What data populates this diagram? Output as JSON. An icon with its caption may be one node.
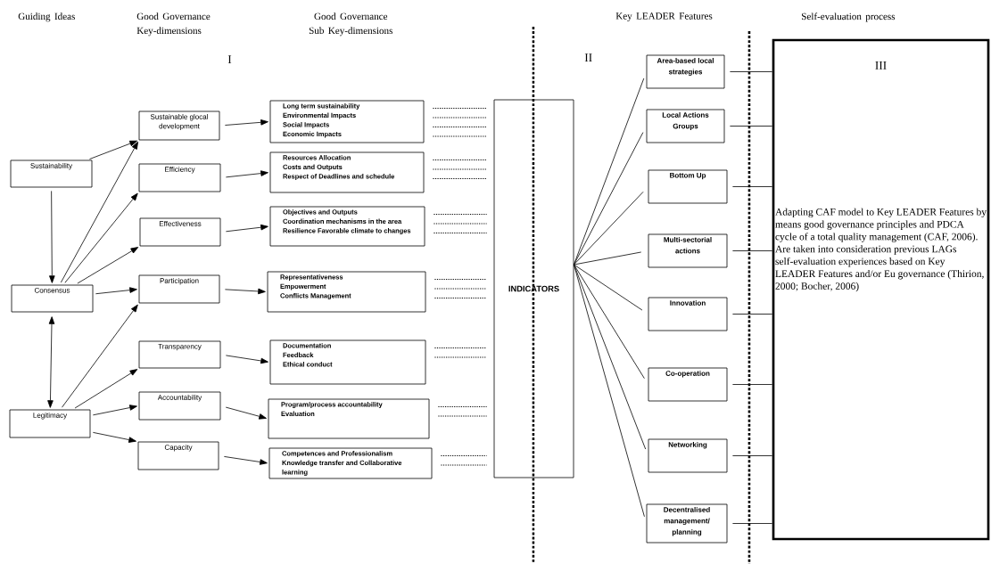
{
  "diagram": {
    "nodes": [
      {
        "text": [
          "Sustainability"
        ]
      },
      {
        "text": [
          "Consensus"
        ]
      },
      {
        "text": [
          "Legitimacy"
        ]
      },
      {
        "text": [
          "Sustainable glocal development"
        ]
      },
      {
        "text": [
          "Efficiency"
        ]
      },
      {
        "text": [
          "Effectiveness"
        ]
      },
      {
        "text": [
          "Participation"
        ]
      },
      {
        "text": [
          "Transparency"
        ]
      },
      {
        "text": [
          "Accountability"
        ]
      },
      {
        "text": [
          "Capacity"
        ]
      },
      {
        "text": [
          "Long term sustainability",
          "Environmental Impacts",
          "Social Impacts",
          "Economic Impacts"
        ]
      },
      {
        "text": [
          "Resources Allocation",
          "Costs and Outputs",
          "Respect of Deadlines and schedule"
        ]
      },
      {
        "text": [
          "Objectives and Outputs",
          "Coordination mechanisms in the area",
          "Resilience Favorable climate to changes"
        ]
      },
      {
        "text": [
          "Representativeness",
          "Empowerment",
          "Conflicts Management"
        ]
      },
      {
        "text": [
          "Documentation",
          "Feedback",
          "Ethical conduct"
        ]
      },
      {
        "text": [
          "Program/process accountability",
          "Evaluation"
        ]
      },
      {
        "text": [
          "Competences and Professionalism",
          "Knowledge transfer and Collaborative learning"
        ]
      },
      {
        "text": [
          "INDICATORS"
        ]
      },
      {
        "text": [
          "Area-based local strategies"
        ]
      },
      {
        "text": [
          "Local Actions Groups"
        ]
      },
      {
        "text": [
          "Bottom Up"
        ]
      },
      {
        "text": [
          "Multi-sectorial actions"
        ]
      },
      {
        "text": [
          "Innovation"
        ]
      },
      {
        "text": [
          "Co-operation"
        ]
      },
      {
        "text": [
          "Networking"
        ]
      },
      {
        "text": [
          "Decentralised management/ planning"
        ]
      },
      {
        "text": [
          "III",
          "Adapting CAF model to Key LEADER Features by means good governance principles and PDCA cycle of a total quality management (CAF, 2006).",
          "Are taken into consideration previous LAGs self-evaluation experiences based on Key LEADER Features and/or Eu governance (Thirion, 2000; Bocher, 2006)"
        ]
      }
    ],
    "edges": [
      {
        "from": 0,
        "to": 1,
        "arrow": "to"
      },
      {
        "from": 1,
        "to": 2,
        "arrow": "both"
      },
      {
        "from": 0,
        "to": 3,
        "arrow": "to"
      },
      {
        "from": 1,
        "to": 3,
        "arrow": "to"
      },
      {
        "from": 1,
        "to": 4,
        "arrow": "to"
      },
      {
        "from": 1,
        "to": 5,
        "arrow": "to"
      },
      {
        "from": 1,
        "to": 6,
        "arrow": "to"
      },
      {
        "from": 2,
        "to": 6,
        "arrow": "to"
      },
      {
        "from": 2,
        "to": 7,
        "arrow": "to"
      },
      {
        "from": 2,
        "to": 8,
        "arrow": "to"
      },
      {
        "from": 2,
        "to": 9,
        "arrow": "to"
      },
      {
        "from": 3,
        "to": 10,
        "arrow": "to"
      },
      {
        "from": 4,
        "to": 11,
        "arrow": "to"
      },
      {
        "from": 5,
        "to": 12,
        "arrow": "to"
      },
      {
        "from": 6,
        "to": 13,
        "arrow": "to"
      },
      {
        "from": 7,
        "to": 14,
        "arrow": "to"
      },
      {
        "from": 8,
        "to": 15,
        "arrow": "to"
      },
      {
        "from": 9,
        "to": 16,
        "arrow": "to"
      },
      {
        "from": 10,
        "to": 17,
        "arrow": "none",
        "style": "dashed"
      },
      {
        "from": 10,
        "to": 17,
        "arrow": "none",
        "style": "dashed"
      },
      {
        "from": 10,
        "to": 17,
        "arrow": "none",
        "style": "dashed"
      },
      {
        "from": 10,
        "to": 17,
        "arrow": "none",
        "style": "dashed"
      },
      {
        "from": 11,
        "to": 17,
        "arrow": "none",
        "style": "dashed"
      },
      {
        "from": 11,
        "to": 17,
        "arrow": "none",
        "style": "dashed"
      },
      {
        "from": 11,
        "to": 17,
        "arrow": "none",
        "style": "dashed"
      },
      {
        "from": 12,
        "to": 17,
        "arrow": "none",
        "style": "dashed"
      },
      {
        "from": 12,
        "to": 17,
        "arrow": "none",
        "style": "dashed"
      },
      {
        "from": 12,
        "to": 17,
        "arrow": "none",
        "style": "dashed"
      },
      {
        "from": 13,
        "to": 17,
        "arrow": "none",
        "style": "dashed"
      },
      {
        "from": 13,
        "to": 17,
        "arrow": "none",
        "style": "dashed"
      },
      {
        "from": 13,
        "to": 17,
        "arrow": "none",
        "style": "dashed"
      },
      {
        "from": 14,
        "to": 17,
        "arrow": "none",
        "style": "dashed"
      },
      {
        "from": 14,
        "to": 17,
        "arrow": "none",
        "style": "dashed"
      },
      {
        "from": 15,
        "to": 17,
        "arrow": "none",
        "style": "dashed"
      },
      {
        "from": 15,
        "to": 17,
        "arrow": "none",
        "style": "dashed"
      },
      {
        "from": 16,
        "to": 17,
        "arrow": "none",
        "style": "dashed"
      },
      {
        "from": 16,
        "to": 17,
        "arrow": "none",
        "style": "dashed"
      },
      {
        "from": 17,
        "to": 18,
        "arrow": "none"
      },
      {
        "from": 17,
        "to": 19,
        "arrow": "none"
      },
      {
        "from": 17,
        "to": 20,
        "arrow": "none"
      },
      {
        "from": 17,
        "to": 21,
        "arrow": "none"
      },
      {
        "from": 17,
        "to": 22,
        "arrow": "none"
      },
      {
        "from": 17,
        "to": 23,
        "arrow": "none"
      },
      {
        "from": 17,
        "to": 24,
        "arrow": "none"
      },
      {
        "from": 17,
        "to": 25,
        "arrow": "none"
      },
      {
        "from": 18,
        "to": 26,
        "arrow": "none"
      },
      {
        "from": 19,
        "to": 26,
        "arrow": "none"
      },
      {
        "from": 20,
        "to": 26,
        "arrow": "none"
      },
      {
        "from": 21,
        "to": 26,
        "arrow": "none"
      },
      {
        "from": 22,
        "to": 26,
        "arrow": "none"
      },
      {
        "from": 23,
        "to": 26,
        "arrow": "none"
      },
      {
        "from": 24,
        "to": 26,
        "arrow": "none"
      },
      {
        "from": 25,
        "to": 26,
        "arrow": "none"
      }
    ],
    "labels": [
      "Guiding Ideas",
      "Good Governance Key-dimensions",
      "Good Governance Sub Key-dimensions",
      "Key LEADER Features",
      "Self-evaluation process",
      "I",
      "II"
    ]
  }
}
